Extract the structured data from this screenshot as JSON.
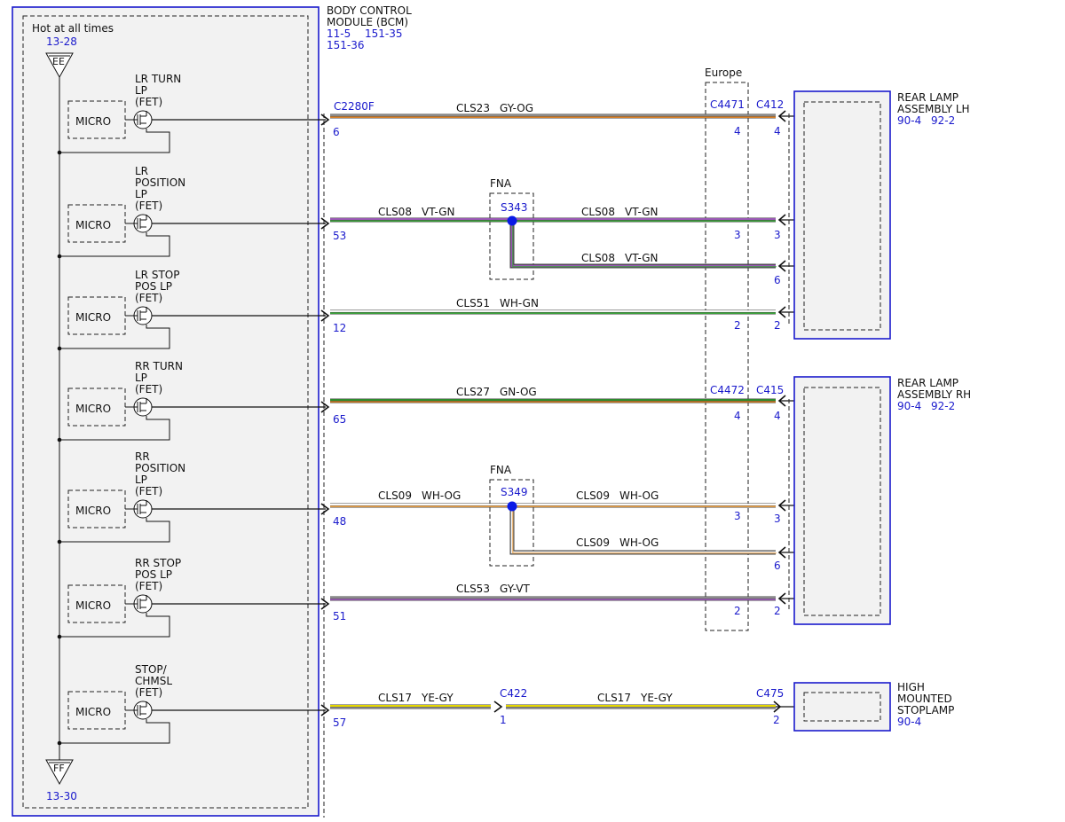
{
  "colors": {
    "link": "#1a1acc",
    "box_fill": "#f2f2f2",
    "splice_dot": "#0a1ae6",
    "wire_black": "#000000"
  },
  "bcm": {
    "title_line1": "BODY CONTROL",
    "title_line2": "MODULE (BCM)",
    "ref1": "11-5",
    "ref2": "151-35",
    "ref3": "151-36",
    "hot_label": "Hot at all times",
    "hot_ref": "13-28",
    "top_bus": "EE",
    "bottom_bus": "FF",
    "bottom_ref": "13-30"
  },
  "circuits": [
    {
      "label_lines": [
        "LR TURN",
        "LP",
        "(FET)"
      ],
      "micro": "MICRO",
      "pin": "6"
    },
    {
      "label_lines": [
        "LR",
        "POSITION",
        "LP",
        "(FET)"
      ],
      "micro": "MICRO",
      "pin": "53"
    },
    {
      "label_lines": [
        "LR STOP",
        "POS LP",
        "(FET)"
      ],
      "micro": "MICRO",
      "pin": "12"
    },
    {
      "label_lines": [
        "RR TURN",
        "LP",
        "(FET)"
      ],
      "micro": "MICRO",
      "pin": "65"
    },
    {
      "label_lines": [
        "RR",
        "POSITION",
        "LP",
        "(FET)"
      ],
      "micro": "MICRO",
      "pin": "48"
    },
    {
      "label_lines": [
        "RR STOP",
        "POS LP",
        "(FET)"
      ],
      "micro": "MICRO",
      "pin": "51"
    },
    {
      "label_lines": [
        "STOP/",
        "CHMSL",
        "(FET)"
      ],
      "micro": "MICRO",
      "pin": "57"
    }
  ],
  "bcm_connector": "C2280F",
  "europe_label": "Europe",
  "fna_label": "FNA",
  "inline_connectors": {
    "c4471": "C4471",
    "c4472": "C4472",
    "c422": "C422"
  },
  "wires": [
    {
      "circuit": "CLS23",
      "color": "GY-OG",
      "stripes": [
        "#8a8a8a",
        "#d9822b"
      ],
      "europe_pin": "4",
      "lamp_pin": "4"
    },
    {
      "circuit": "CLS08",
      "color": "VT-GN",
      "stripes": [
        "#9b59b6",
        "#3a9e3a"
      ],
      "europe_pin": "3",
      "lamp_pin": "3"
    },
    {
      "circuit": "CLS08",
      "color": "VT-GN",
      "lamp_pin": "6"
    },
    {
      "circuit": "CLS51",
      "color": "WH-GN",
      "stripes": [
        "#f4f4f4",
        "#3aa33a"
      ],
      "europe_pin": "2",
      "lamp_pin": "2"
    },
    {
      "circuit": "CLS27",
      "color": "GN-OG",
      "stripes": [
        "#2e8b2e",
        "#c97a1f"
      ],
      "europe_pin": "4",
      "lamp_pin": "4"
    },
    {
      "circuit": "CLS09",
      "color": "WH-OG",
      "stripes": [
        "#fafafa",
        "#e8a04a"
      ],
      "europe_pin": "3",
      "lamp_pin": "3"
    },
    {
      "circuit": "CLS09",
      "color": "WH-OG",
      "lamp_pin": "6"
    },
    {
      "circuit": "CLS53",
      "color": "GY-VT",
      "stripes": [
        "#8a8a8a",
        "#9b59b6"
      ],
      "europe_pin": "2",
      "lamp_pin": "2"
    },
    {
      "circuit": "CLS17",
      "color": "YE-GY",
      "stripes": [
        "#e6d800",
        "#8a8a8a"
      ],
      "c422_pin": "1",
      "lamp_pin": "2"
    }
  ],
  "splices": [
    {
      "name": "S343"
    },
    {
      "name": "S349"
    }
  ],
  "lamps": [
    {
      "title_line1": "REAR LAMP",
      "title_line2": "ASSEMBLY LH",
      "ref1": "90-4",
      "ref2": "92-2",
      "connector": "C412"
    },
    {
      "title_line1": "REAR LAMP",
      "title_line2": "ASSEMBLY RH",
      "ref1": "90-4",
      "ref2": "92-2",
      "connector": "C415"
    },
    {
      "title_line1": "HIGH",
      "title_line2": "MOUNTED",
      "title_line3": "STOPLAMP",
      "ref1": "90-4",
      "connector": "C475"
    }
  ]
}
